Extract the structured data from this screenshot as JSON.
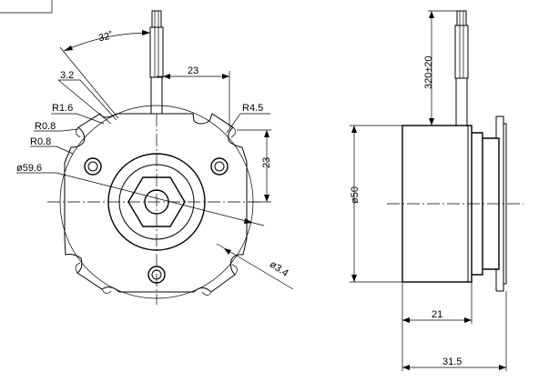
{
  "drawing": {
    "front_view": {
      "labels": {
        "angle": "32˚",
        "wire_offset_width": "3.2",
        "wire_to_flat": "23",
        "r_notch_small": "R1.6",
        "r_edge_1": "R0.8",
        "r_edge_2": "R0.8",
        "r_outer_notch": "R4.5",
        "outer_diameter": "ø59.6",
        "flat_height": "23",
        "hole_diameter": "ø3.4"
      }
    },
    "side_view": {
      "labels": {
        "wire_length": "320±20",
        "body_diameter": "ø50",
        "body_length": "21",
        "total_length": "31.5"
      }
    }
  }
}
